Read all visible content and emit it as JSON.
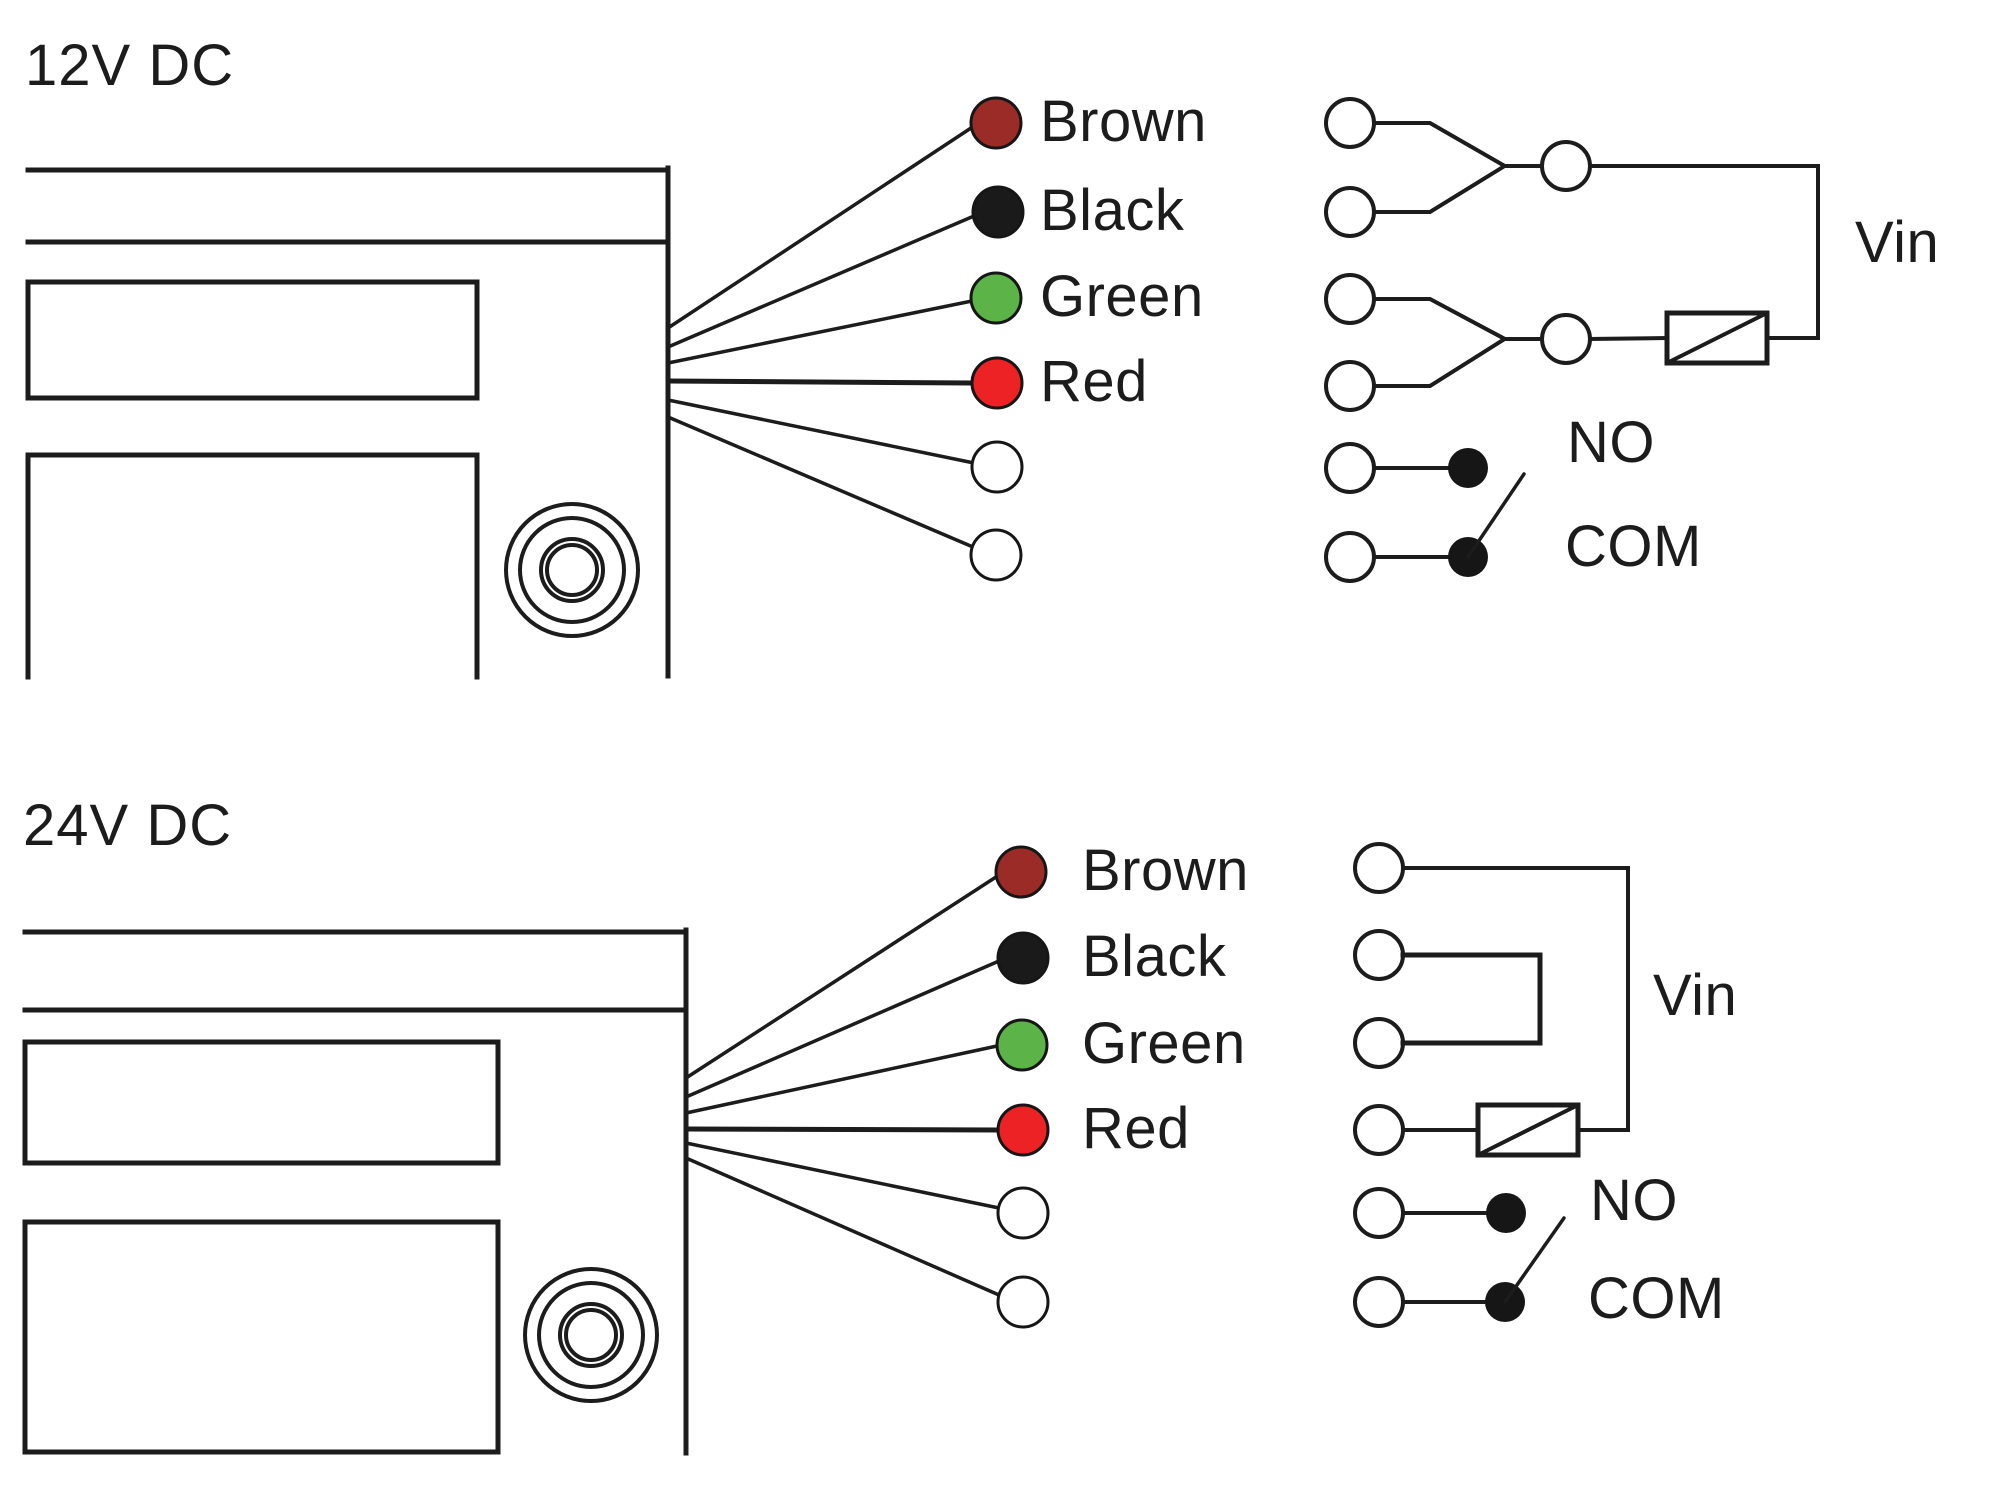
{
  "colors": {
    "line": "#1C1C1C",
    "background": "#FFFFFF",
    "brown": "#9B2B26",
    "black": "#1A1A1A",
    "green": "#5CB348",
    "red": "#EC2224",
    "white": "#FFFFFF"
  },
  "diagrams": [
    {
      "title": "12V DC",
      "wires": [
        {
          "label": "Brown",
          "color": "#9B2B26"
        },
        {
          "label": "Black",
          "color": "#1A1A1A"
        },
        {
          "label": "Green",
          "color": "#5CB348"
        },
        {
          "label": "Red",
          "color": "#EC2224"
        },
        {
          "label": "",
          "color": "#FFFFFF"
        },
        {
          "label": "",
          "color": "#FFFFFF"
        }
      ],
      "vin_label": "Vin",
      "no_label": "NO",
      "com_label": "COM"
    },
    {
      "title": "24V DC",
      "wires": [
        {
          "label": "Brown",
          "color": "#9B2B26"
        },
        {
          "label": "Black",
          "color": "#1A1A1A"
        },
        {
          "label": "Green",
          "color": "#5CB348"
        },
        {
          "label": "Red",
          "color": "#EC2224"
        },
        {
          "label": "",
          "color": "#FFFFFF"
        },
        {
          "label": "",
          "color": "#FFFFFF"
        }
      ],
      "vin_label": "Vin",
      "no_label": "NO",
      "com_label": "COM"
    }
  ]
}
